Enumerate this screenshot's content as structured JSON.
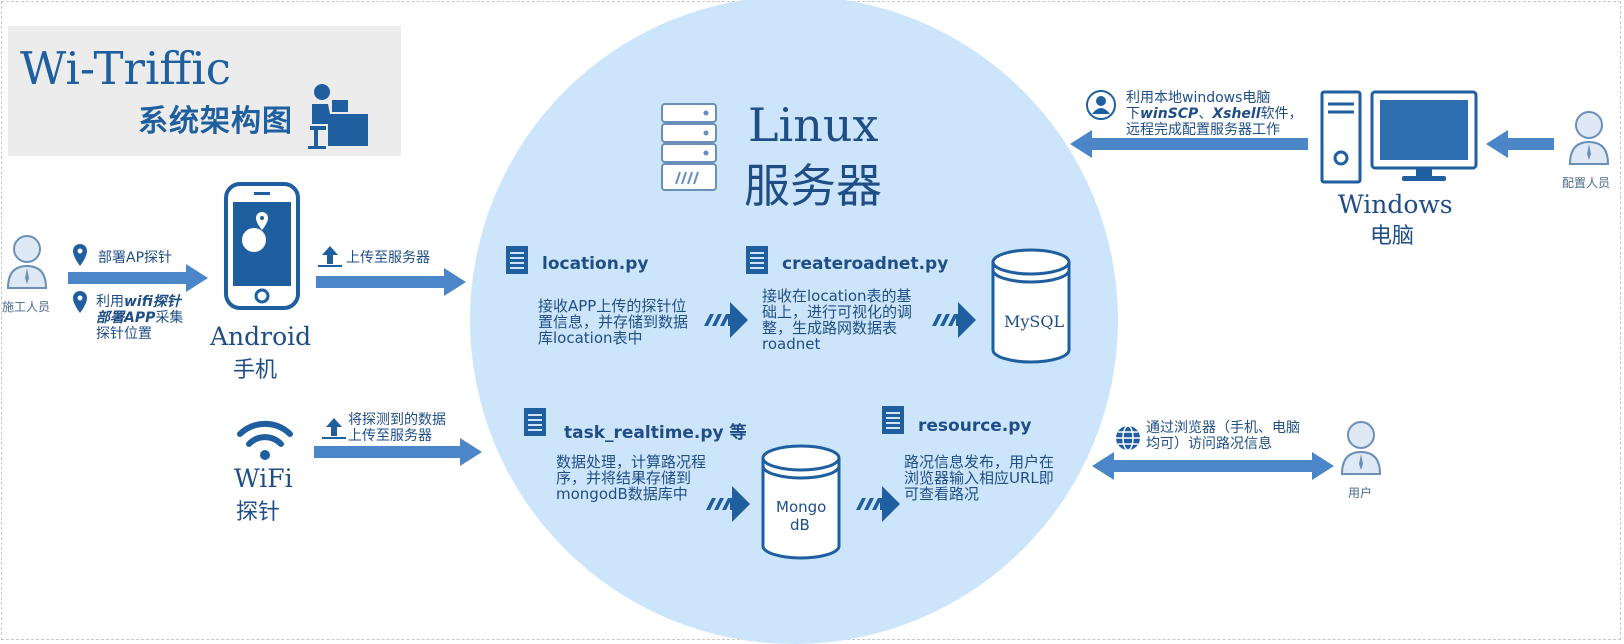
{
  "title": {
    "main": "Wi-Triffic",
    "sub": "系统架构图"
  },
  "server": {
    "title_en": "Linux",
    "title_cn": "服务器"
  },
  "worker": {
    "label": "施工人员",
    "note_deploy": "部署AP探针",
    "note_app_1": "利用",
    "note_app_2": "wifi探针",
    "note_app_3": "部署APP",
    "note_app_4": "采集",
    "note_app_5": "探针位置"
  },
  "android": {
    "name_en": "Android",
    "name_cn": "手机",
    "upload_note": "上传至服务器"
  },
  "wifi": {
    "name_en": "WiFi",
    "name_cn": "探针",
    "upload_note_1": "将探测到的数据",
    "upload_note_2": "上传至服务器"
  },
  "location": {
    "file": "location.py",
    "desc": [
      "接收APP上传的探针位",
      "置信息，并存储到数据",
      "库location表中"
    ]
  },
  "createroadnet": {
    "file": "createroadnet.py",
    "desc": [
      "接收在location表的基",
      "础上，进行可视化的调",
      "整，生成路网数据表",
      "roadnet"
    ]
  },
  "mysql": {
    "label": "MySQL"
  },
  "task": {
    "file": "task_realtime.py 等",
    "desc": [
      "数据处理，计算路况程",
      "序，并将结果存储到",
      "mongodB数据库中"
    ]
  },
  "mongo": {
    "label_1": "Mongo",
    "label_2": "dB"
  },
  "resource": {
    "file": "resource.py",
    "desc": [
      "路况信息发布，用户在",
      "浏览器输入相应URL即",
      "可查看路况"
    ]
  },
  "windows": {
    "name_en": "Windows",
    "name_cn": "电脑",
    "note_1": "利用本地windows电脑",
    "note_2a": "下",
    "note_2b": "winSCP",
    "note_2c": "、",
    "note_2d": "Xshell",
    "note_2e": "软件，",
    "note_3": "远程完成配置服务器工作"
  },
  "config_person": {
    "label": "配置人员"
  },
  "user": {
    "label": "用户",
    "note_1": "通过浏览器（手机、电脑",
    "note_2": "均可）访问路况信息"
  },
  "colors": {
    "primary": "#1f5f9f",
    "arrow": "#4a86c8",
    "circle": "#cde5fb",
    "title_bg": "#ececec"
  }
}
